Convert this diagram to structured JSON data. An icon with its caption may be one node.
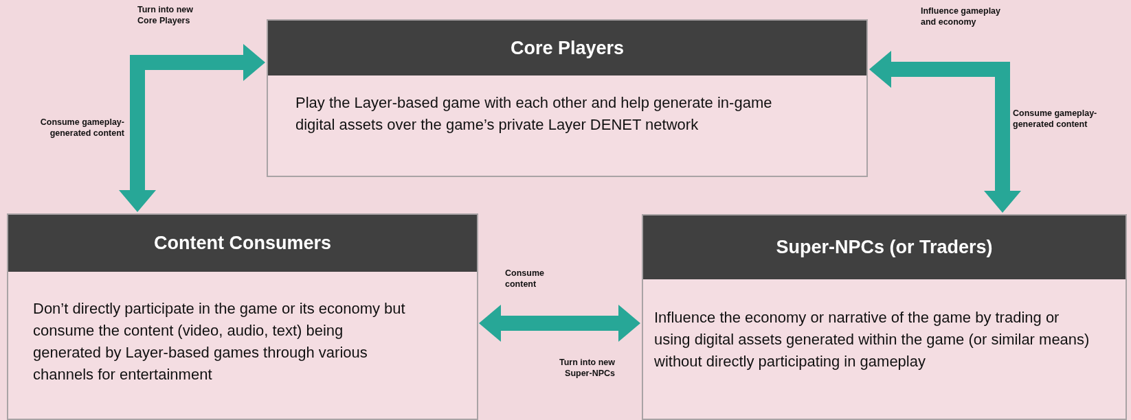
{
  "diagram": {
    "nodes": [
      {
        "text": [
          "Core Players",
          "Play the Layer-based game with each other and help generate in-game digital assets over the game’s private Layer DENET network"
        ]
      },
      {
        "text": [
          "Content Consumers",
          "Don’t directly participate in the game or its economy but consume the content (video, audio, text) being generated by Layer-based games through various channels for entertainment"
        ]
      },
      {
        "text": [
          "Super-NPCs (or Traders)",
          "Influence the economy or narrative of the game by trading or using digital assets generated within the game (or similar means) without directly participating in gameplay"
        ]
      }
    ],
    "edges": [
      {
        "from": 1,
        "to": 0,
        "arrow": "both",
        "label": "Turn into new Core Players"
      },
      {
        "from": 2,
        "to": 0,
        "arrow": "both",
        "label": "Influence gameplay and economy"
      },
      {
        "from": 2,
        "to": 1,
        "arrow": "both",
        "label": "Consume content"
      }
    ],
    "labels": [
      "Consume gameplay-generated content",
      "Consume gameplay-generated content",
      "Turn into new Super-NPCs"
    ]
  }
}
